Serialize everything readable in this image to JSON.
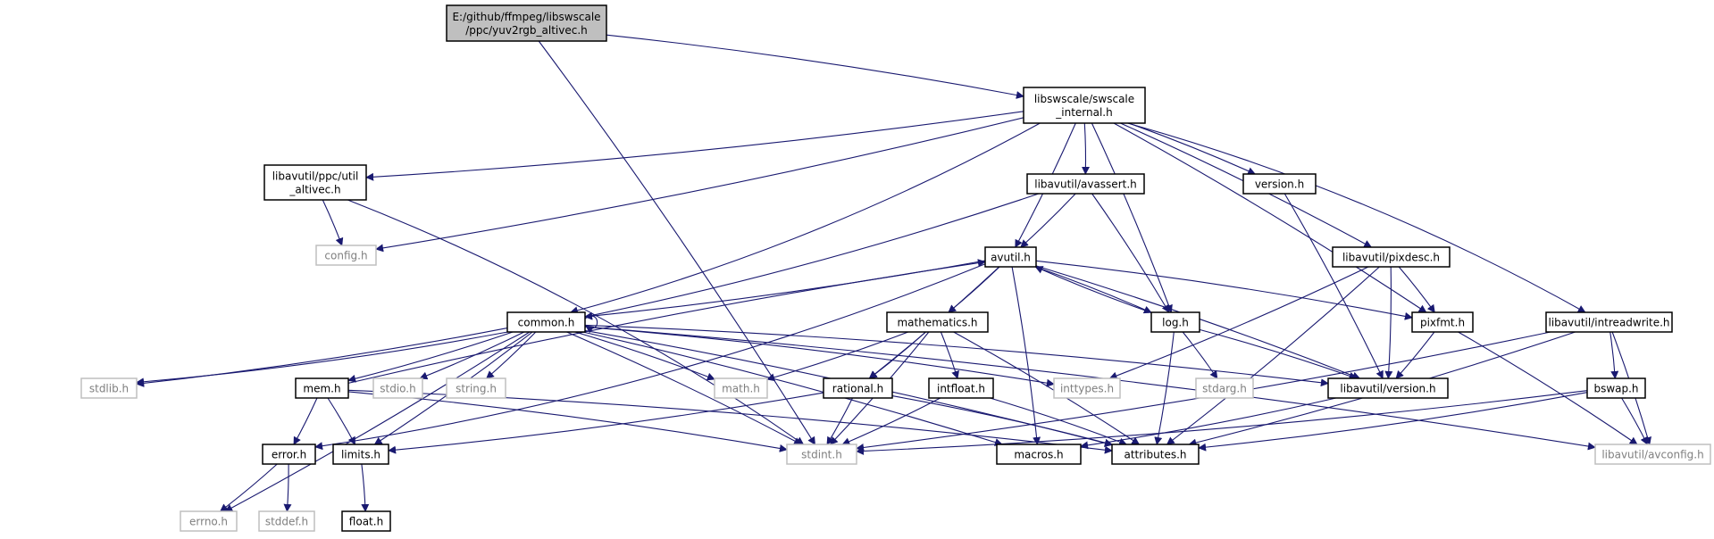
{
  "colors": {
    "edge": "#191970",
    "border": "#000000",
    "border_missing": "#bfbfbf",
    "text": "#000000",
    "text_missing": "#7f7f7f",
    "root_fill": "#bfbfbf",
    "fill": "#ffffff"
  },
  "graph": {
    "nodes": [
      {
        "id": "root",
        "lines": [
          "E:/github/ffmpeg/libswscale",
          "/ppc/yuv2rgb_altivec.h"
        ],
        "kind": "root"
      },
      {
        "id": "swscale_internal",
        "lines": [
          "libswscale/swscale",
          "_internal.h"
        ],
        "kind": "normal"
      },
      {
        "id": "util_altivec",
        "lines": [
          "libavutil/ppc/util",
          "_altivec.h"
        ],
        "kind": "normal"
      },
      {
        "id": "config",
        "lines": [
          "config.h"
        ],
        "kind": "missing"
      },
      {
        "id": "avassert",
        "lines": [
          "libavutil/avassert.h"
        ],
        "kind": "normal"
      },
      {
        "id": "version",
        "lines": [
          "version.h"
        ],
        "kind": "normal"
      },
      {
        "id": "avutil",
        "lines": [
          "avutil.h"
        ],
        "kind": "normal"
      },
      {
        "id": "pixdesc",
        "lines": [
          "libavutil/pixdesc.h"
        ],
        "kind": "normal"
      },
      {
        "id": "intreadwrite",
        "lines": [
          "libavutil/intreadwrite.h"
        ],
        "kind": "normal"
      },
      {
        "id": "common",
        "lines": [
          "common.h"
        ],
        "kind": "normal"
      },
      {
        "id": "mathematics",
        "lines": [
          "mathematics.h"
        ],
        "kind": "normal"
      },
      {
        "id": "log",
        "lines": [
          "log.h"
        ],
        "kind": "normal"
      },
      {
        "id": "pixfmt",
        "lines": [
          "pixfmt.h"
        ],
        "kind": "normal"
      },
      {
        "id": "stdlib",
        "lines": [
          "stdlib.h"
        ],
        "kind": "missing"
      },
      {
        "id": "mem",
        "lines": [
          "mem.h"
        ],
        "kind": "normal"
      },
      {
        "id": "stdio",
        "lines": [
          "stdio.h"
        ],
        "kind": "missing"
      },
      {
        "id": "string",
        "lines": [
          "string.h"
        ],
        "kind": "missing"
      },
      {
        "id": "math",
        "lines": [
          "math.h"
        ],
        "kind": "missing"
      },
      {
        "id": "rational",
        "lines": [
          "rational.h"
        ],
        "kind": "normal"
      },
      {
        "id": "intfloat",
        "lines": [
          "intfloat.h"
        ],
        "kind": "normal"
      },
      {
        "id": "inttypes",
        "lines": [
          "inttypes.h"
        ],
        "kind": "missing"
      },
      {
        "id": "stdarg",
        "lines": [
          "stdarg.h"
        ],
        "kind": "missing"
      },
      {
        "id": "lavu_version",
        "lines": [
          "libavutil/version.h"
        ],
        "kind": "normal"
      },
      {
        "id": "bswap",
        "lines": [
          "bswap.h"
        ],
        "kind": "normal"
      },
      {
        "id": "error",
        "lines": [
          "error.h"
        ],
        "kind": "normal"
      },
      {
        "id": "limits",
        "lines": [
          "limits.h"
        ],
        "kind": "normal"
      },
      {
        "id": "stdint",
        "lines": [
          "stdint.h"
        ],
        "kind": "missing"
      },
      {
        "id": "macros",
        "lines": [
          "macros.h"
        ],
        "kind": "normal"
      },
      {
        "id": "attributes",
        "lines": [
          "attributes.h"
        ],
        "kind": "normal"
      },
      {
        "id": "avconfig",
        "lines": [
          "libavutil/avconfig.h"
        ],
        "kind": "missing"
      },
      {
        "id": "errno",
        "lines": [
          "errno.h"
        ],
        "kind": "missing"
      },
      {
        "id": "stddef",
        "lines": [
          "stddef.h"
        ],
        "kind": "missing"
      },
      {
        "id": "float",
        "lines": [
          "float.h"
        ],
        "kind": "normal"
      }
    ],
    "edges": [
      [
        "root",
        "swscale_internal"
      ],
      [
        "root",
        "stdint"
      ],
      [
        "swscale_internal",
        "util_altivec"
      ],
      [
        "swscale_internal",
        "config"
      ],
      [
        "swscale_internal",
        "avassert"
      ],
      [
        "swscale_internal",
        "version"
      ],
      [
        "swscale_internal",
        "avutil"
      ],
      [
        "swscale_internal",
        "pixdesc"
      ],
      [
        "swscale_internal",
        "intreadwrite"
      ],
      [
        "swscale_internal",
        "common"
      ],
      [
        "swscale_internal",
        "log"
      ],
      [
        "swscale_internal",
        "pixfmt"
      ],
      [
        "util_altivec",
        "config"
      ],
      [
        "util_altivec",
        "stdint"
      ],
      [
        "avassert",
        "stdlib"
      ],
      [
        "avassert",
        "avutil"
      ],
      [
        "avassert",
        "log"
      ],
      [
        "version",
        "lavu_version"
      ],
      [
        "avutil",
        "common"
      ],
      [
        "avutil",
        "error"
      ],
      [
        "avutil",
        "lavu_version"
      ],
      [
        "avutil",
        "mathematics"
      ],
      [
        "avutil",
        "rational"
      ],
      [
        "avutil",
        "macros"
      ],
      [
        "avutil",
        "log"
      ],
      [
        "avutil",
        "pixfmt"
      ],
      [
        "pixdesc",
        "inttypes"
      ],
      [
        "pixdesc",
        "pixfmt"
      ],
      [
        "pixdesc",
        "lavu_version"
      ],
      [
        "pixdesc",
        "attributes"
      ],
      [
        "intreadwrite",
        "stdint"
      ],
      [
        "intreadwrite",
        "avconfig"
      ],
      [
        "intreadwrite",
        "attributes"
      ],
      [
        "intreadwrite",
        "bswap"
      ],
      [
        "common",
        "errno"
      ],
      [
        "common",
        "inttypes"
      ],
      [
        "common",
        "limits"
      ],
      [
        "common",
        "math"
      ],
      [
        "common",
        "stdint"
      ],
      [
        "common",
        "stdlib"
      ],
      [
        "common",
        "stdio"
      ],
      [
        "common",
        "string"
      ],
      [
        "common",
        "attributes"
      ],
      [
        "common",
        "macros"
      ],
      [
        "common",
        "lavu_version"
      ],
      [
        "common",
        "avconfig"
      ],
      [
        "common",
        "mem"
      ],
      [
        "common",
        "common"
      ],
      [
        "mathematics",
        "stdint"
      ],
      [
        "mathematics",
        "math"
      ],
      [
        "mathematics",
        "attributes"
      ],
      [
        "mathematics",
        "rational"
      ],
      [
        "mathematics",
        "intfloat"
      ],
      [
        "log",
        "stdarg"
      ],
      [
        "log",
        "avutil"
      ],
      [
        "log",
        "attributes"
      ],
      [
        "log",
        "lavu_version"
      ],
      [
        "pixfmt",
        "avconfig"
      ],
      [
        "pixfmt",
        "lavu_version"
      ],
      [
        "mem",
        "limits"
      ],
      [
        "mem",
        "stdint"
      ],
      [
        "mem",
        "attributes"
      ],
      [
        "mem",
        "error"
      ],
      [
        "mem",
        "avutil"
      ],
      [
        "rational",
        "stdint"
      ],
      [
        "rational",
        "limits"
      ],
      [
        "rational",
        "attributes"
      ],
      [
        "intfloat",
        "stdint"
      ],
      [
        "intfloat",
        "attributes"
      ],
      [
        "lavu_version",
        "macros"
      ],
      [
        "bswap",
        "stdint"
      ],
      [
        "bswap",
        "avconfig"
      ],
      [
        "bswap",
        "attributes"
      ],
      [
        "error",
        "errno"
      ],
      [
        "error",
        "stddef"
      ],
      [
        "limits",
        "float"
      ]
    ]
  }
}
